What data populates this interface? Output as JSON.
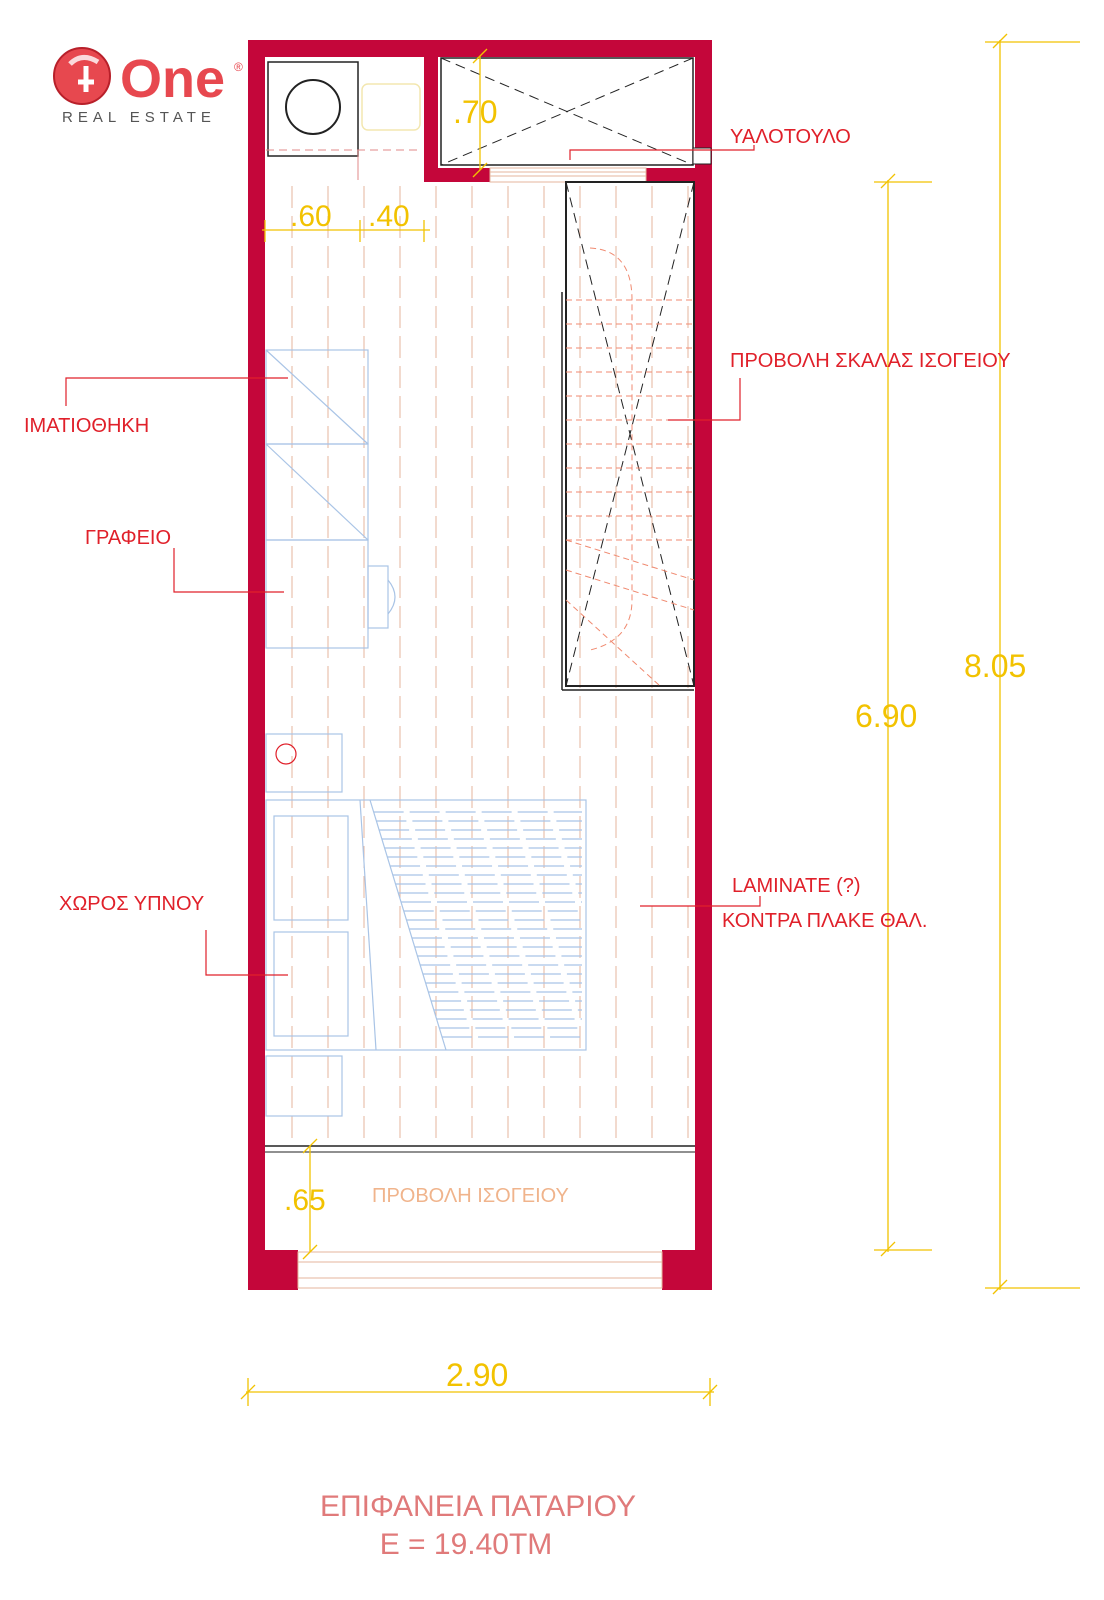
{
  "logo": {
    "name": "One",
    "registered": "®",
    "subtitle": "REAL ESTATE"
  },
  "labels": {
    "skylight": "ΥΑΛΟΤΟΥΛΟ",
    "stair_projection": "ΠΡΟΒΟΛΗ ΣΚΑΛΑΣ ΙΣΟΓΕΙΟΥ",
    "wardrobe": "ΙΜΑΤΙΟΘΗΚΗ",
    "desk": "ΓΡΑΦΕΙΟ",
    "sleeping_area": "ΧΩΡΟΣ ΥΠΝΟΥ",
    "floor_1": "LAMINATE (?)",
    "floor_2": "ΚΟΝΤΡΑ ΠΛΑΚΕ ΘΑΛ.",
    "ground_projection": "ΠΡΟΒΟΛΗ ΙΣΟΓΕΙΟΥ"
  },
  "dimensions": {
    "top_void": ".70",
    "bath_a": ".60",
    "bath_b": ".40",
    "total_height": "8.05",
    "mezzanine_height": "6.90",
    "bottom_void": ".65",
    "width": "2.90"
  },
  "title": {
    "line1": "ΕΠΙΦΑΝΕΙΑ ΠΑΤΑΡΙΟΥ",
    "line2": "Ε = 19.40ΤΜ"
  },
  "colors": {
    "wall": "#c4063a",
    "label": "#e0202a",
    "dimension": "#f2c200",
    "furniture": "#a9c4e6",
    "floor_lines": "#e6b59e"
  }
}
